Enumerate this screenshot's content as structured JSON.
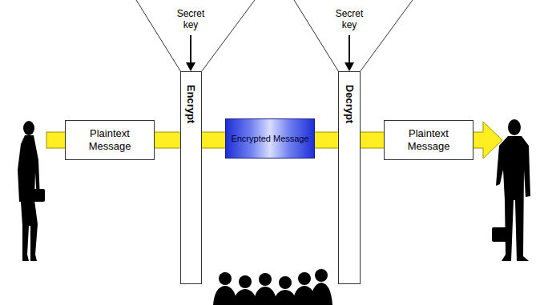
{
  "diagram": {
    "nodes": [
      {
        "text": [
          "Plaintext Message"
        ]
      },
      {
        "text": [
          "Encrypt"
        ]
      },
      {
        "text": [
          "Encrypted Message"
        ]
      },
      {
        "text": [
          "Decrypt"
        ]
      },
      {
        "text": [
          "Plaintext Message"
        ]
      }
    ],
    "edges": [
      {
        "from": 0,
        "to": 1,
        "arrow": "none"
      },
      {
        "from": 1,
        "to": 2,
        "arrow": "none"
      },
      {
        "from": 2,
        "to": 3,
        "arrow": "none"
      },
      {
        "from": 3,
        "to": 4,
        "arrow": "none"
      }
    ],
    "labels": [
      "Secret key",
      "Secret key"
    ]
  }
}
